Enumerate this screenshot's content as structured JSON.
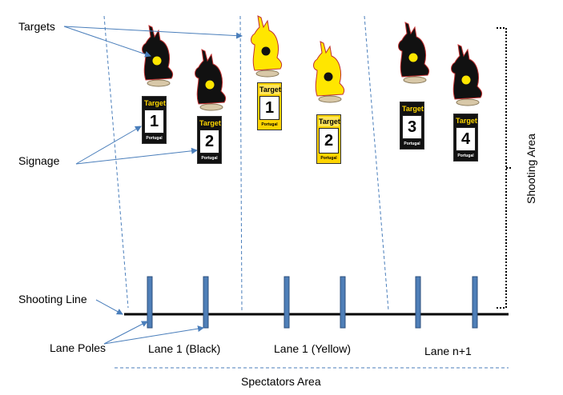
{
  "labels": {
    "targets": "Targets",
    "signage": "Signage",
    "shooting_line": "Shooting Line",
    "lane_poles": "Lane Poles",
    "spectators_area": "Spectators Area",
    "shooting_area": "Shooting Area"
  },
  "lanes": [
    {
      "name": "Lane 1 (Black)"
    },
    {
      "name": "Lane 1 (Yellow)"
    },
    {
      "name": "Lane n+1"
    }
  ],
  "sign_header": "Target",
  "sign_footer": "Portugal",
  "signs": [
    {
      "number": "1",
      "color": "black"
    },
    {
      "number": "2",
      "color": "black"
    },
    {
      "number": "1",
      "color": "yellow"
    },
    {
      "number": "2",
      "color": "yellow"
    },
    {
      "number": "3",
      "color": "black"
    },
    {
      "number": "4",
      "color": "black"
    }
  ],
  "colors": {
    "pole": "#4f7fb8",
    "arrow": "#4a7ebb",
    "dashed": "#4a7ebb",
    "target_black": "#111111",
    "target_yellow": "#ffe600",
    "target_spot": "#ffe600",
    "target_spot_yellow": "#111111",
    "base": "#d8c8a8"
  }
}
